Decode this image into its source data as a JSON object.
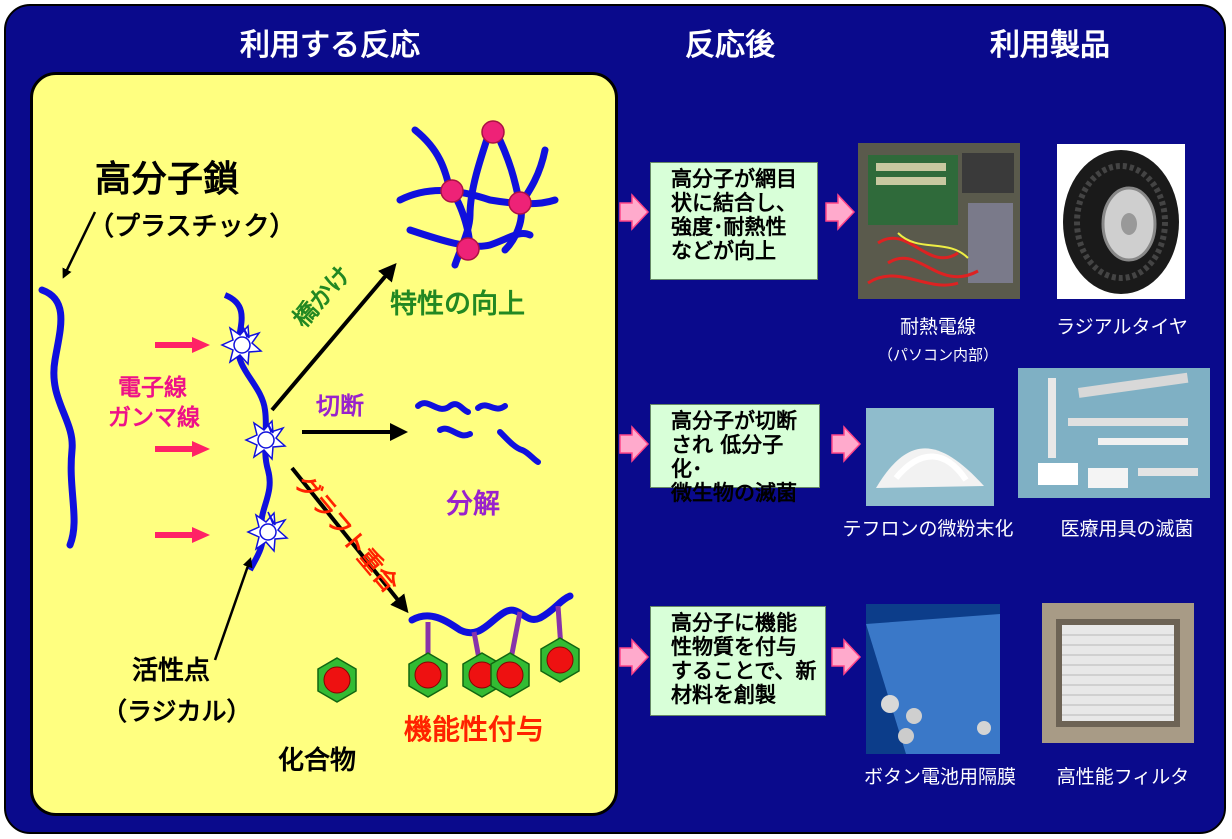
{
  "headers": {
    "reaction": "利用する反応",
    "after": "反応後",
    "products": "利用製品"
  },
  "left_panel": {
    "polymer_chain": "高分子鎖",
    "plastic": "（プラスチック）",
    "radiation_1": "電子線",
    "radiation_2": "ガンマ線",
    "active_site": "活性点",
    "radical": "（ラジカル）",
    "compound": "化合物",
    "crosslink": "橋かけ",
    "scission": "切断",
    "graft": "グラフト重合",
    "improve": "特性の向上",
    "decompose": "分解",
    "function": "機能性付与"
  },
  "results": [
    {
      "lines": [
        "高分子が網目",
        "状に結合し、",
        "強度･耐熱性",
        "などが向上"
      ]
    },
    {
      "lines": [
        "高分子が切断",
        "され 低分子化･",
        "微生物の滅菌"
      ]
    },
    {
      "lines": [
        "高分子に機能",
        "性物質を付与",
        "することで、新",
        "材料を創製"
      ]
    }
  ],
  "products": {
    "heat_wire": "耐熱電線",
    "pc_inside": "（パソコン内部）",
    "radial_tire": "ラジアルタイヤ",
    "teflon": "テフロンの微粉末化",
    "medical": "医療用具の滅菌",
    "battery": "ボタン電池用隔膜",
    "filter": "高性能フィルタ"
  },
  "colors": {
    "background": "#0a0a8c",
    "panel": "#ffff80",
    "chain": "#1010dd",
    "radiation_arrow": "#ff2266",
    "crosslink_text": "#228822",
    "scission_text": "#9922cc",
    "graft_text": "#ff2200",
    "result_box": "#d8ffd8"
  }
}
